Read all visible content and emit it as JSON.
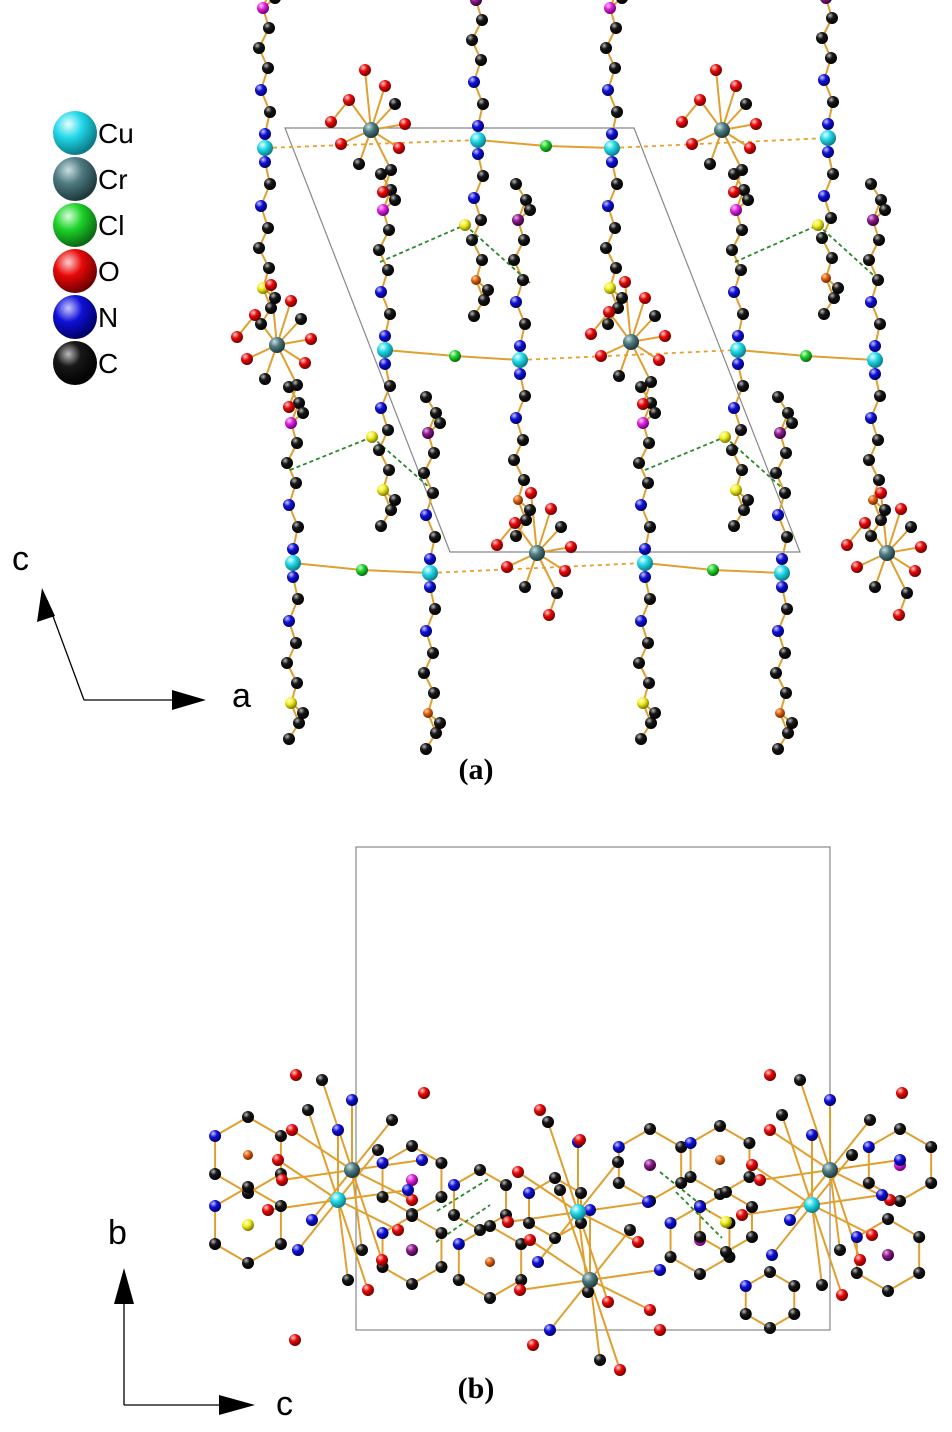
{
  "legend": {
    "items": [
      {
        "label": "Cu",
        "color": "#22d8e8"
      },
      {
        "label": "Cr",
        "color": "#4e7a80"
      },
      {
        "label": "Cl",
        "color": "#1ed32a"
      },
      {
        "label": "O",
        "color": "#e80808"
      },
      {
        "label": "N",
        "color": "#1010d8"
      },
      {
        "label": "C",
        "color": "#080808"
      }
    ]
  },
  "panels": {
    "a": {
      "label": "(a)",
      "axis_vertical": "c",
      "axis_horizontal": "a"
    },
    "b": {
      "label": "(b)",
      "axis_vertical": "b",
      "axis_horizontal": "c"
    }
  },
  "colors": {
    "bond": "#e0a030",
    "hbond_green": "#2a8a2a",
    "hbond_orange": "#e8a030",
    "S": "#f0f020",
    "Se_magenta": "#e020e0",
    "Se_purple": "#8a1a8a",
    "Br_orange": "#e06010",
    "cell": "#888888"
  }
}
